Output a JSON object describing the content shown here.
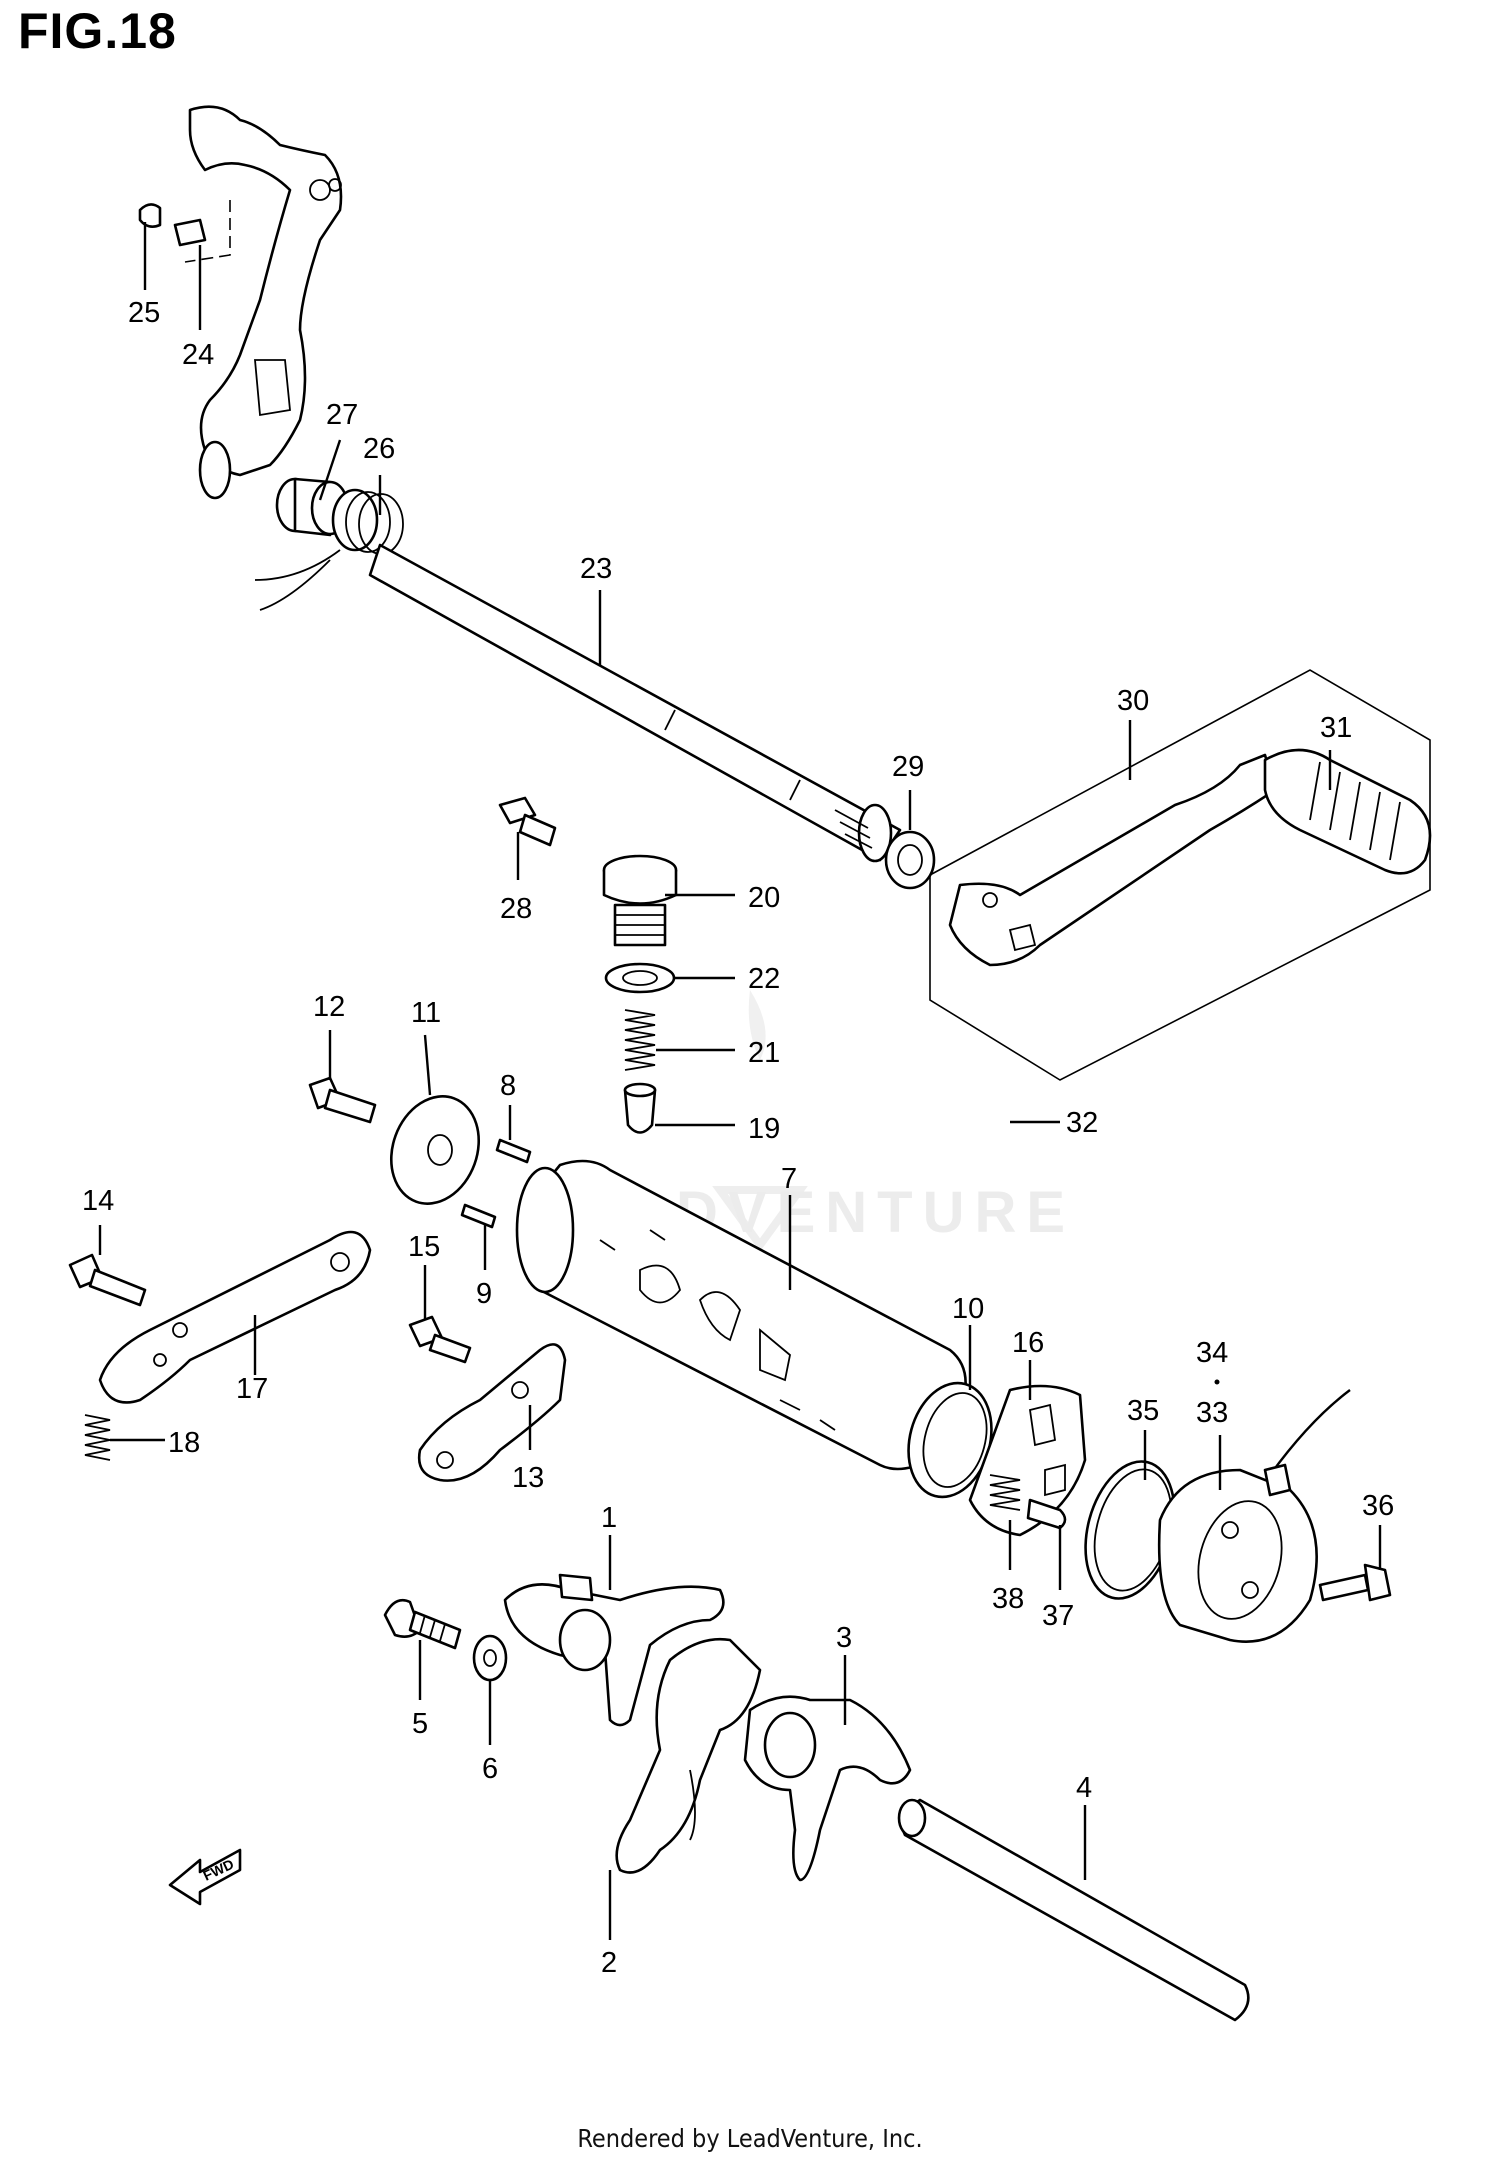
{
  "figure": {
    "title": "FIG.18",
    "footer": "Rendered by LeadVenture, Inc.",
    "watermark": "LEADVENTURE",
    "fwd_label": "FWD"
  },
  "callouts": {
    "c1": "1",
    "c2": "2",
    "c3": "3",
    "c4": "4",
    "c5": "5",
    "c6": "6",
    "c7": "7",
    "c8": "8",
    "c9": "9",
    "c10": "10",
    "c11": "11",
    "c12": "12",
    "c13": "13",
    "c14": "14",
    "c15": "15",
    "c16": "16",
    "c17": "17",
    "c18": "18",
    "c19": "19",
    "c20": "20",
    "c21": "21",
    "c22": "22",
    "c23": "23",
    "c24": "24",
    "c25": "25",
    "c26": "26",
    "c27": "27",
    "c28": "28",
    "c29": "29",
    "c30": "30",
    "c31": "31",
    "c32": "32",
    "c33": "33",
    "c34": "34",
    "c35": "35",
    "c36": "36",
    "c37": "37",
    "c38": "38"
  }
}
